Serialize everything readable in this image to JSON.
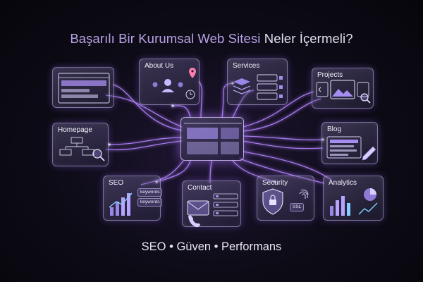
{
  "title": {
    "accent": "Başarılı Bir Kurumsal Web Sitesi",
    "plain": "Neler İçermeli?"
  },
  "cards": {
    "about": {
      "label": "About Us"
    },
    "services": {
      "label": "Services"
    },
    "projects": {
      "label": "Projects"
    },
    "homepage": {
      "label": "Homepage"
    },
    "blog": {
      "label": "Blog"
    },
    "seo": {
      "label": "SEO",
      "keyword_1": "keywords",
      "keyword_2": "keywords"
    },
    "contact": {
      "label": "Contact"
    },
    "security": {
      "label": "Security",
      "ssl": "SSL"
    },
    "analytics": {
      "label": "Analytics"
    }
  },
  "tagline": "SEO • Güven • Performans",
  "icons": [
    "browser-layout-icon",
    "team-icon",
    "location-pin-icon",
    "clock-icon",
    "stacked-layers-icon",
    "list-icon",
    "image-gallery-icon",
    "magnifier-icon",
    "sitemap-icon",
    "article-icon",
    "pencil-icon",
    "bar-chart-icon",
    "envelope-icon",
    "phone-icon",
    "shield-lock-icon",
    "fingerprint-icon",
    "pie-chart-icon",
    "trend-line-icon"
  ],
  "colors": {
    "accent_text": "#b9a2e8",
    "glow": "#b07cff",
    "background": "#0d0b16"
  }
}
